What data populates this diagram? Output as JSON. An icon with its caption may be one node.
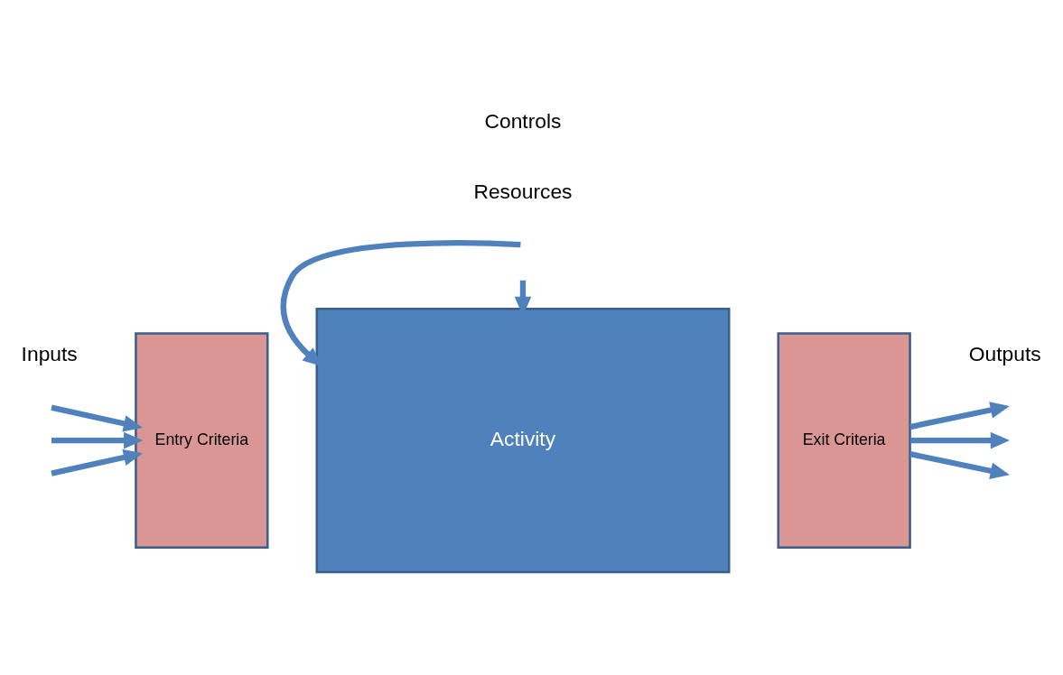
{
  "diagram": {
    "nodes": [
      {
        "text": [
          "Activity"
        ]
      },
      {
        "text": [
          "Entry Criteria"
        ]
      },
      {
        "text": [
          "Exit Criteria"
        ]
      }
    ],
    "edges": [
      {
        "from": null,
        "to": 0,
        "arrow": "to"
      },
      {
        "from": null,
        "to": 1,
        "arrow": "to"
      },
      {
        "from": null,
        "to": 1,
        "arrow": "to"
      },
      {
        "from": null,
        "to": 1,
        "arrow": "to"
      },
      {
        "from": 2,
        "to": null,
        "arrow": "to"
      },
      {
        "from": 2,
        "to": null,
        "arrow": "to"
      },
      {
        "from": 2,
        "to": null,
        "arrow": "to"
      },
      {
        "from": null,
        "to": 0,
        "arrow": "to"
      }
    ],
    "labels": [
      "Resources",
      "Inputs",
      "Outputs",
      "Controls"
    ]
  }
}
